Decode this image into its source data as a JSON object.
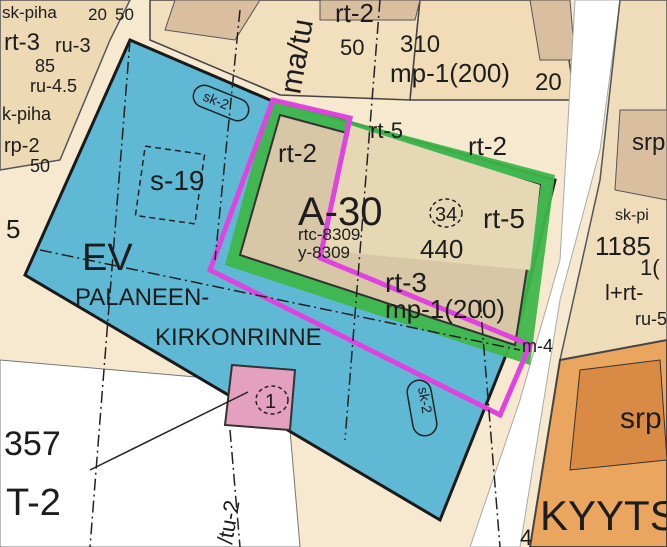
{
  "map": {
    "colors": {
      "background": "#f6e9cf",
      "park_area": "#5fb8d4",
      "block": "#d8c7a6",
      "green_buffer": "#3fb64a",
      "highlight": "#e043e0",
      "pink_site": "#e4a1bf",
      "orange_area": "#eaa55e"
    },
    "labels": {
      "sk_piha_top": "sk-piha",
      "n20": "20",
      "n50a": "50",
      "rt2_top": "rt-2",
      "n50b": "50",
      "ma_tu": "ma/tu",
      "n310": "310",
      "mp1_top": "mp-1(200)",
      "n20b": "20",
      "rt3_left": "rt-3",
      "ru3": "ru-3",
      "n85": "85",
      "ru45": "ru-4.5",
      "k_piha": "k-piha",
      "rp2": "rp-2",
      "n50c": "50",
      "sk2_top": "sk-2",
      "s19": "s-19",
      "rt5_top": "rt-5",
      "rt2_right": "rt-2",
      "srp_right": "srp",
      "sk_pi_right": "sk-pi",
      "n1185": "1185",
      "n5": "5",
      "rt2_block": "rt-2",
      "a30": "A-30",
      "rtc8309": "rtc-8309",
      "y8309": "y-8309",
      "n34": "34",
      "rt5_block": "rt-5",
      "n440": "440",
      "ev": "EV",
      "palaneen": "PALANEEN-",
      "kirkonrinne": "KIRKONRINNE",
      "rt3_block": "rt-3",
      "mp1_block": "mp-1(200)",
      "m4": "m-4",
      "n1_right": "1(",
      "plus_rt": "l+rt-",
      "ru5": "ru-5",
      "n1_circle": "1",
      "sk2_bottom": "sk-2",
      "srp_bottom": "srp",
      "n357": "357",
      "t2": "T-2",
      "tu2": "/tu-2",
      "kyyts": "KYYTS",
      "n4": "4"
    }
  }
}
